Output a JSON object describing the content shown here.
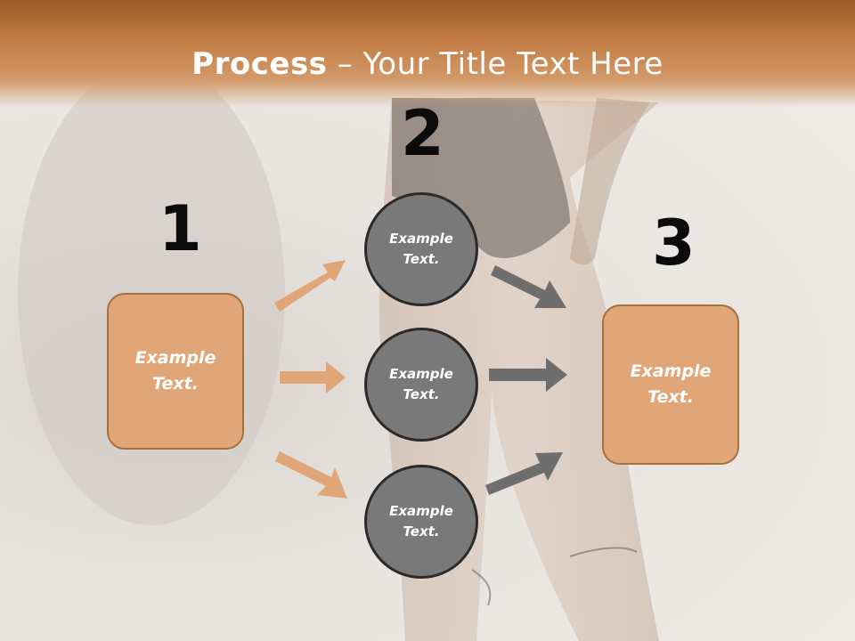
{
  "title": {
    "bold": "Process",
    "rest": " – Your Title Text Here"
  },
  "steps": [
    {
      "number": "1",
      "text": "Example Text."
    },
    {
      "number": "2",
      "text": "Example Text."
    },
    {
      "number": "3",
      "text": "Example Text."
    }
  ],
  "circles": [
    {
      "text": "Example Text."
    },
    {
      "text": "Example Text."
    },
    {
      "text": "Example Text."
    }
  ],
  "colors": {
    "header": "#c07a40",
    "box_fill": "#e0a677",
    "box_border": "#a5703f",
    "circle_fill": "#797979",
    "circle_border": "#2a2a2a",
    "arrow_orange": "#e0a677",
    "arrow_gray": "#6e6e6e"
  }
}
